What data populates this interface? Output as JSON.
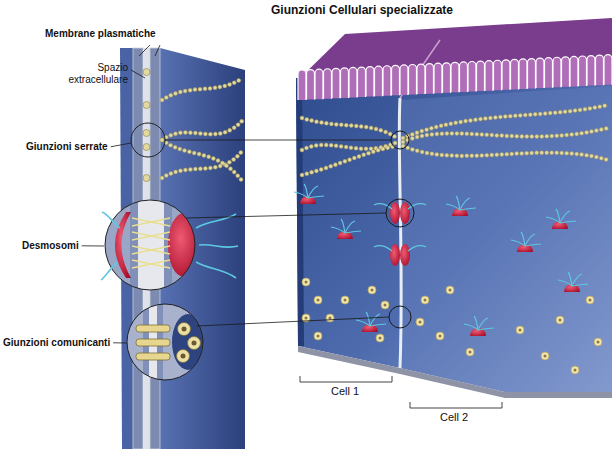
{
  "diagram": {
    "title": "Giunzioni Cellulari specializzate",
    "labels": [
      "Membrane plasmatiche",
      "Spazio extracellulare",
      "Giunzioni serrate",
      "Desmosomi",
      "Giunzioni comunicanti",
      "Cell 1",
      "Cell 2"
    ]
  }
}
